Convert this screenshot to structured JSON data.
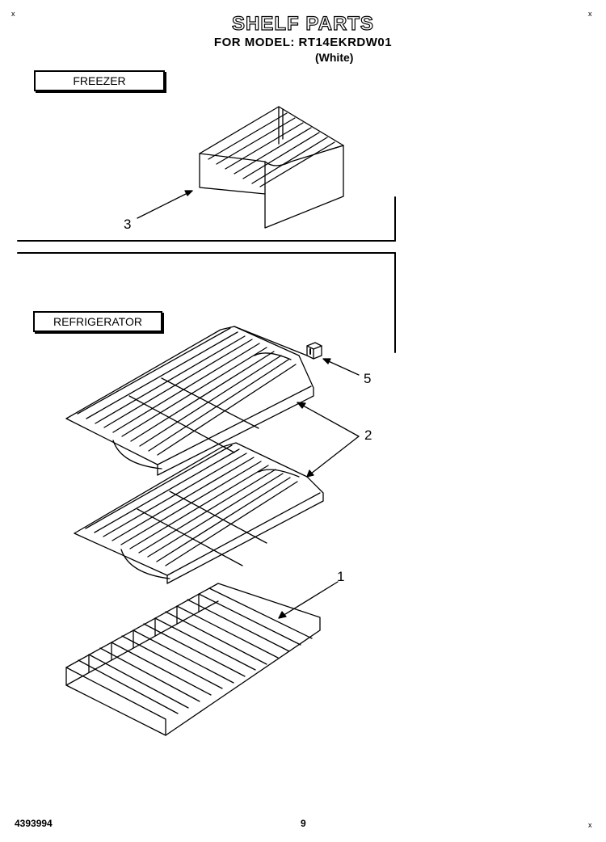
{
  "header": {
    "title": "SHELF PARTS",
    "model_line": "FOR MODEL: RT14EKRDW01",
    "variant": "(White)"
  },
  "sections": {
    "freezer": {
      "label": "FREEZER"
    },
    "refrigerator": {
      "label": "REFRIGERATOR"
    }
  },
  "callouts": {
    "c1": "1",
    "c2": "2",
    "c3": "3",
    "c5": "5"
  },
  "corner_marks": {
    "top_left": "x",
    "top_right": "x",
    "bottom_right": "x"
  },
  "footer": {
    "doc_number": "4393994",
    "page_number": "9"
  }
}
